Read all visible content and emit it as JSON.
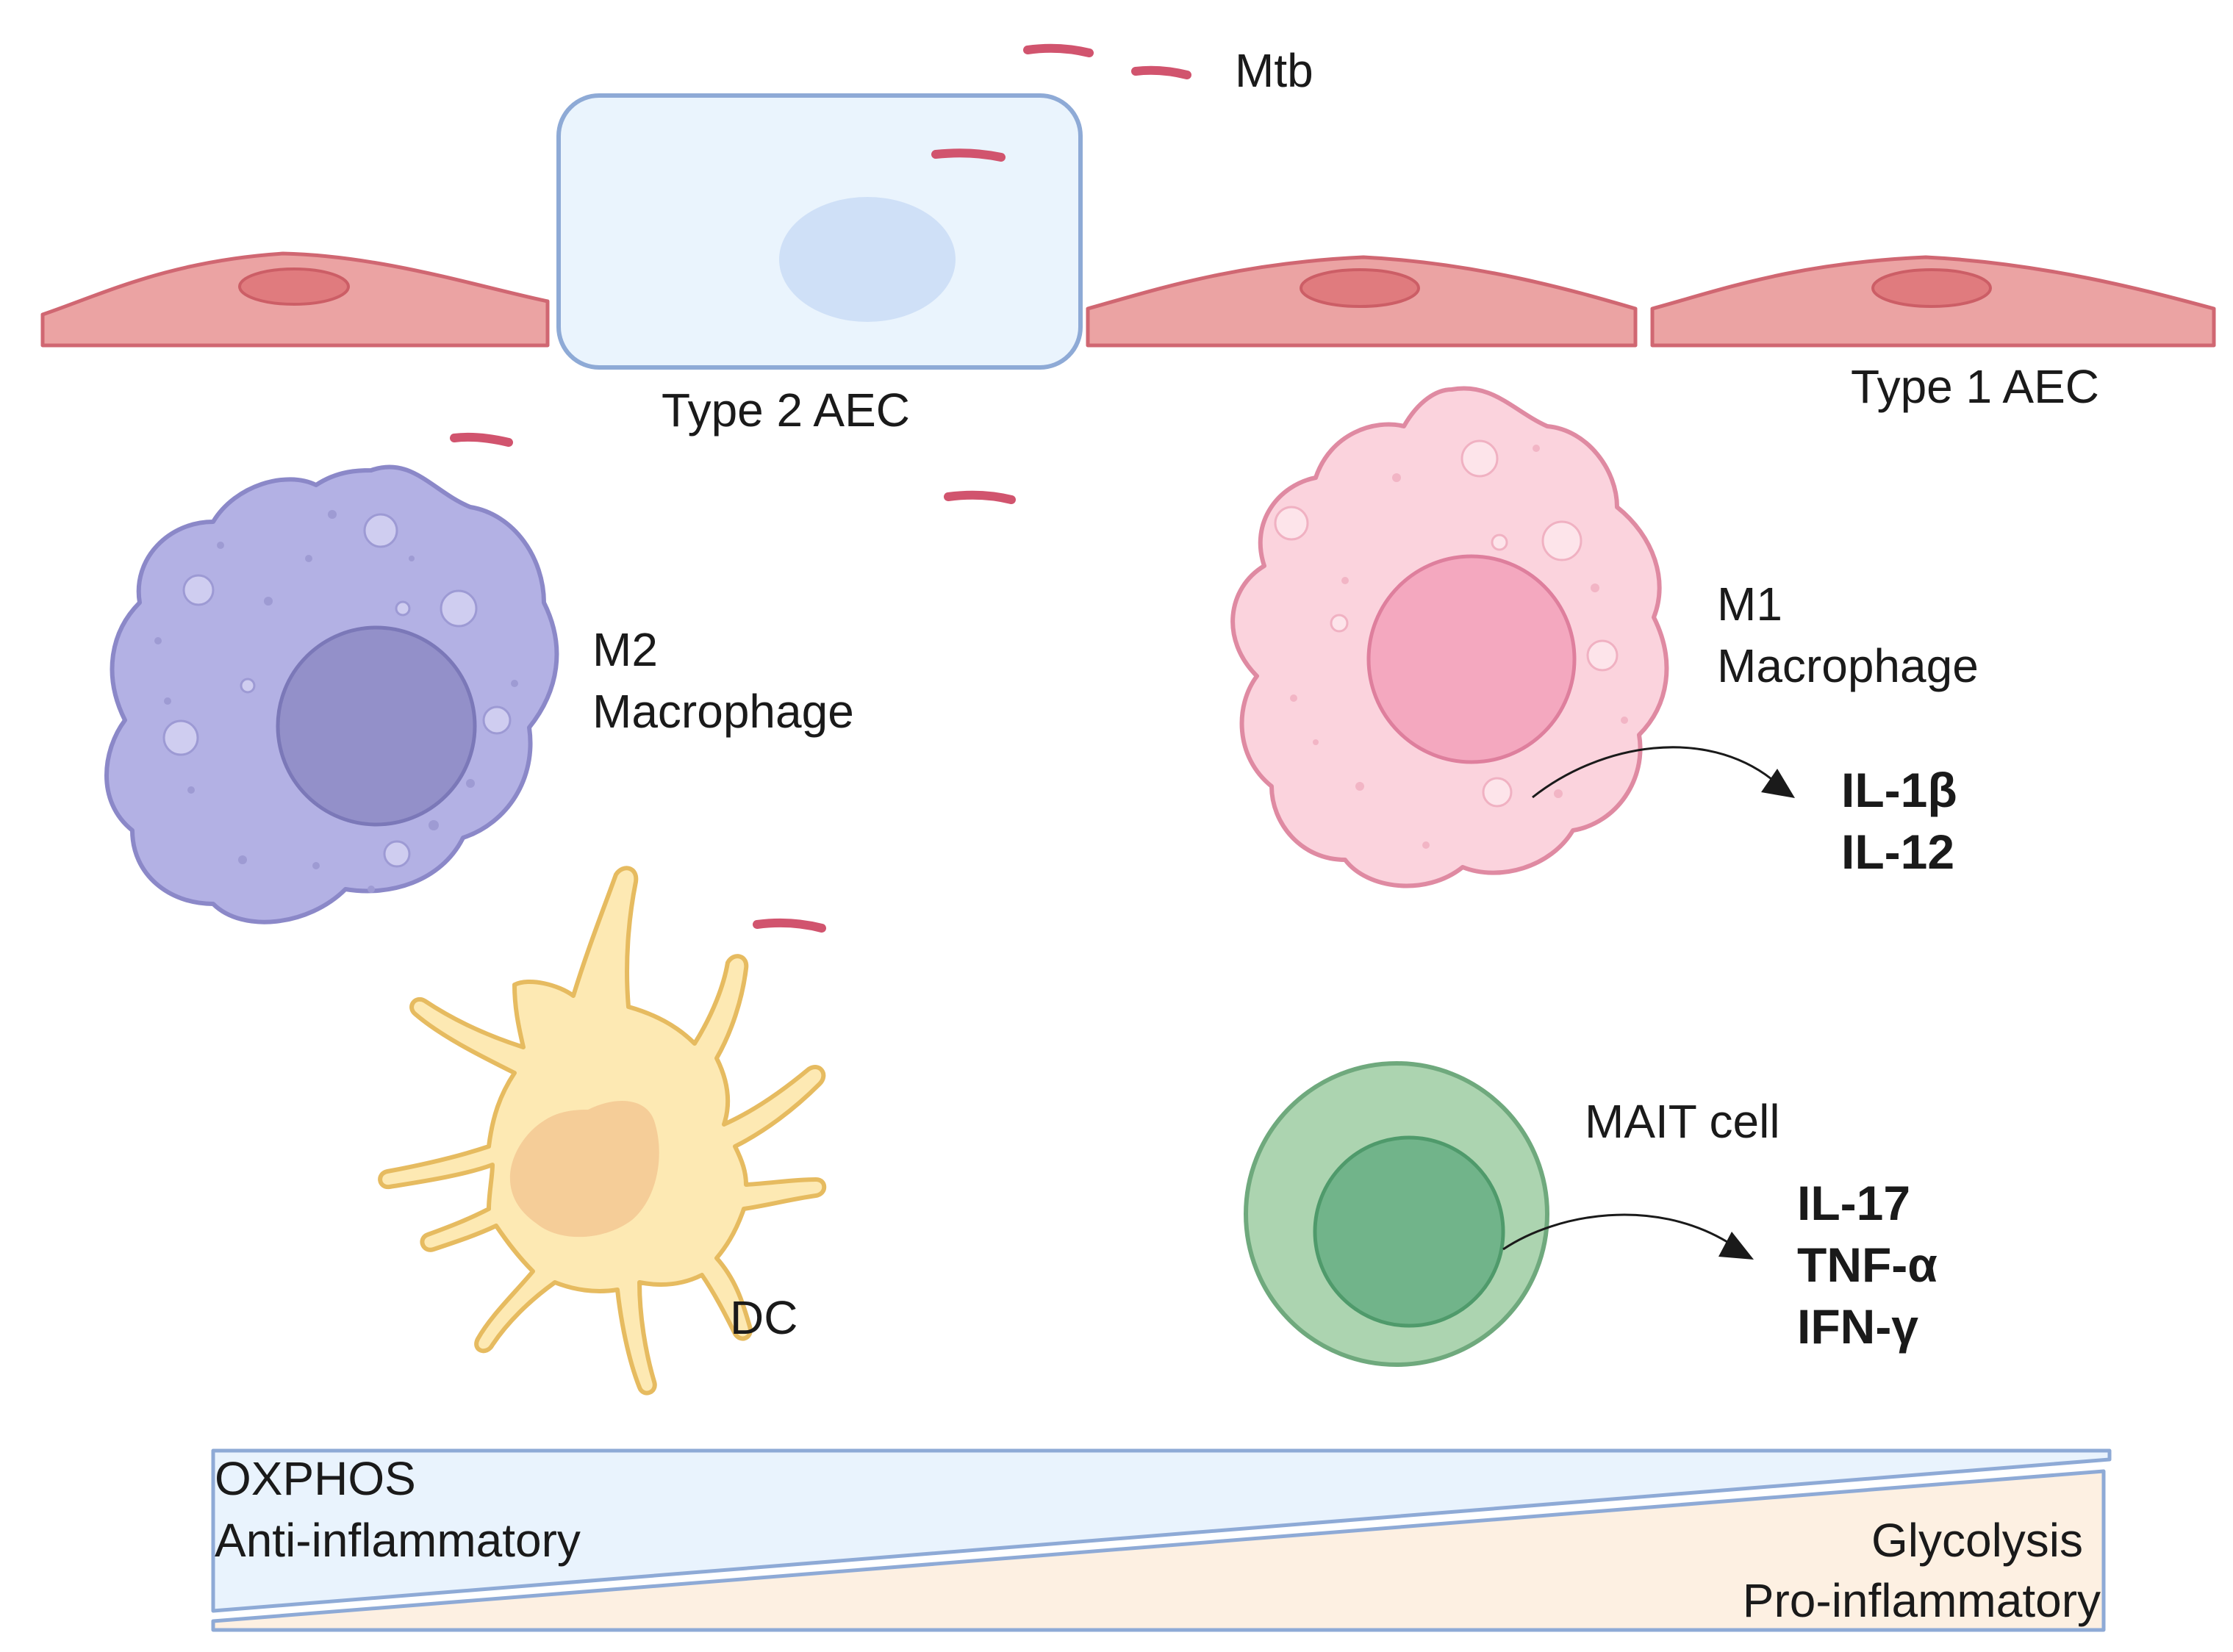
{
  "labels": {
    "mtb": "Mtb",
    "type2_aec": "Type 2 AEC",
    "type1_aec": "Type 1 AEC",
    "m2_line1": "M2",
    "m2_line2": "Macrophage",
    "m1_line1": "M1",
    "m1_line2": "Macrophage",
    "dc": "DC",
    "mait": "MAIT cell"
  },
  "m1_cytokines": [
    "IL-1β",
    "IL-12"
  ],
  "mait_cytokines": [
    "IL-17",
    "TNF-α",
    "IFN-γ"
  ],
  "gradient": {
    "left_line1": "OXPHOS",
    "left_line2": "Anti-inflammatory",
    "right_line1": "Glycolysis",
    "right_line2": "Pro-inflammatory"
  },
  "colors": {
    "mtb": "#d1546e",
    "type1_aec_fill": "#eba3a3",
    "type1_aec_nucleus": "#e07b7e",
    "type2_aec_fill": "#eaf4fd",
    "type2_aec_nucleus": "#cfe0f7",
    "m2_fill": "#b3b1e4",
    "m2_nucleus": "#9390c9",
    "m1_fill": "#fbd3dd",
    "m1_nucleus": "#f4a8bf",
    "dc_fill": "#fde9b3",
    "dc_nucleus": "#f5cd98",
    "mait_outer": "#acd4b0",
    "mait_inner": "#71b48a",
    "oxphos_wedge": "#e9f3fd",
    "glycolysis_wedge": "#fdf0e2"
  }
}
